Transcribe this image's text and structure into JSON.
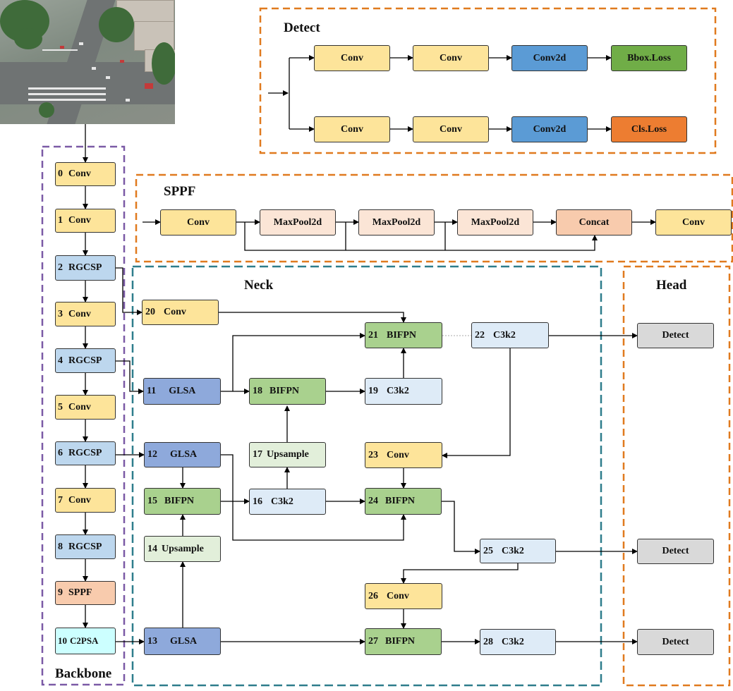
{
  "sections": {
    "detect": "Detect",
    "sppf": "SPPF",
    "neck": "Neck",
    "head": "Head",
    "backbone": "Backbone"
  },
  "colors": {
    "backbone_border": "#7b5aa6",
    "detect_border": "#e07a1f",
    "neck_border": "#2e7d8c",
    "arrow": "#000000"
  },
  "backbone": [
    {
      "num": "0",
      "label": "Conv"
    },
    {
      "num": "1",
      "label": "Conv"
    },
    {
      "num": "2",
      "label": "RGCSP"
    },
    {
      "num": "3",
      "label": "Conv"
    },
    {
      "num": "4",
      "label": "RGCSP"
    },
    {
      "num": "5",
      "label": "Conv"
    },
    {
      "num": "6",
      "label": "RGCSP"
    },
    {
      "num": "7",
      "label": "Conv"
    },
    {
      "num": "8",
      "label": "RGCSP"
    },
    {
      "num": "9",
      "label": "SPPF"
    },
    {
      "num": "10",
      "label": "C2PSA"
    }
  ],
  "detect_module": {
    "row1": [
      "Conv",
      "Conv",
      "Conv2d",
      "Bbox.Loss"
    ],
    "row2": [
      "Conv",
      "Conv",
      "Conv2d",
      "Cls.Loss"
    ]
  },
  "sppf_module": [
    "Conv",
    "MaxPool2d",
    "MaxPool2d",
    "MaxPool2d",
    "Concat",
    "Conv"
  ],
  "neck": {
    "n11": {
      "num": "11",
      "label": "GLSA"
    },
    "n12": {
      "num": "12",
      "label": "GLSA"
    },
    "n13": {
      "num": "13",
      "label": "GLSA"
    },
    "n14": {
      "num": "14",
      "label": "Upsample"
    },
    "n15": {
      "num": "15",
      "label": "BIFPN"
    },
    "n16": {
      "num": "16",
      "label": "C3k2"
    },
    "n17": {
      "num": "17",
      "label": "Upsample"
    },
    "n18": {
      "num": "18",
      "label": "BIFPN"
    },
    "n19": {
      "num": "19",
      "label": "C3k2"
    },
    "n20": {
      "num": "20",
      "label": "Conv"
    },
    "n21": {
      "num": "21",
      "label": "BIFPN"
    },
    "n22": {
      "num": "22",
      "label": "C3k2"
    },
    "n23": {
      "num": "23",
      "label": "Conv"
    },
    "n24": {
      "num": "24",
      "label": "BIFPN"
    },
    "n25": {
      "num": "25",
      "label": "C3k2"
    },
    "n26": {
      "num": "26",
      "label": "Conv"
    },
    "n27": {
      "num": "27",
      "label": "BIFPN"
    },
    "n28": {
      "num": "28",
      "label": "C3k2"
    }
  },
  "head": [
    "Detect",
    "Detect",
    "Detect"
  ]
}
